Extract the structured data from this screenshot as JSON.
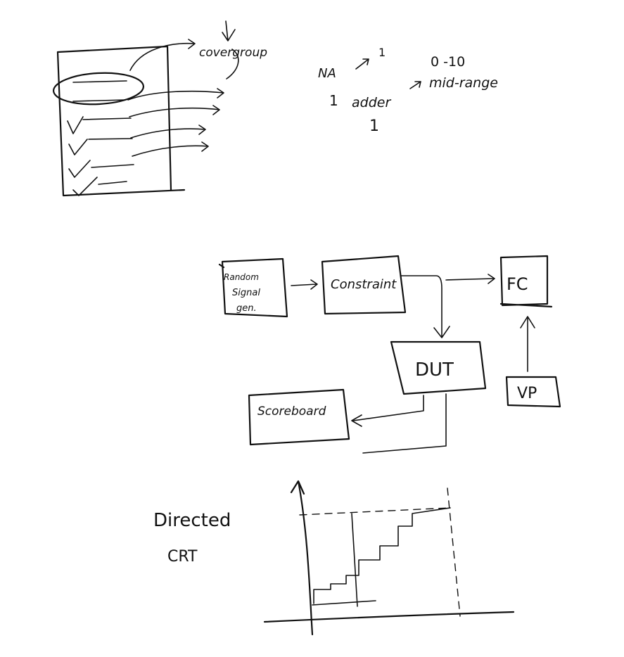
{
  "sketch1": {
    "label_covergroup": "covergroup",
    "label_na": "NA",
    "label_one_a": "1",
    "label_one_b": "1",
    "label_adder": "adder",
    "label_one_c": "1",
    "label_range": "0 -10",
    "label_midrange": "mid-range"
  },
  "diagram": {
    "random_gen_line1": "Random",
    "random_gen_line2": "Signal",
    "random_gen_line3": "gen.",
    "constraint": "Constraint",
    "fc": "FC",
    "dut": "DUT",
    "vp": "VP",
    "scoreboard": "Scoreboard"
  },
  "graph": {
    "label_directed": "Directed",
    "label_crt": "CRT"
  },
  "colors": {
    "ink": "#111111",
    "background": "#ffffff"
  }
}
